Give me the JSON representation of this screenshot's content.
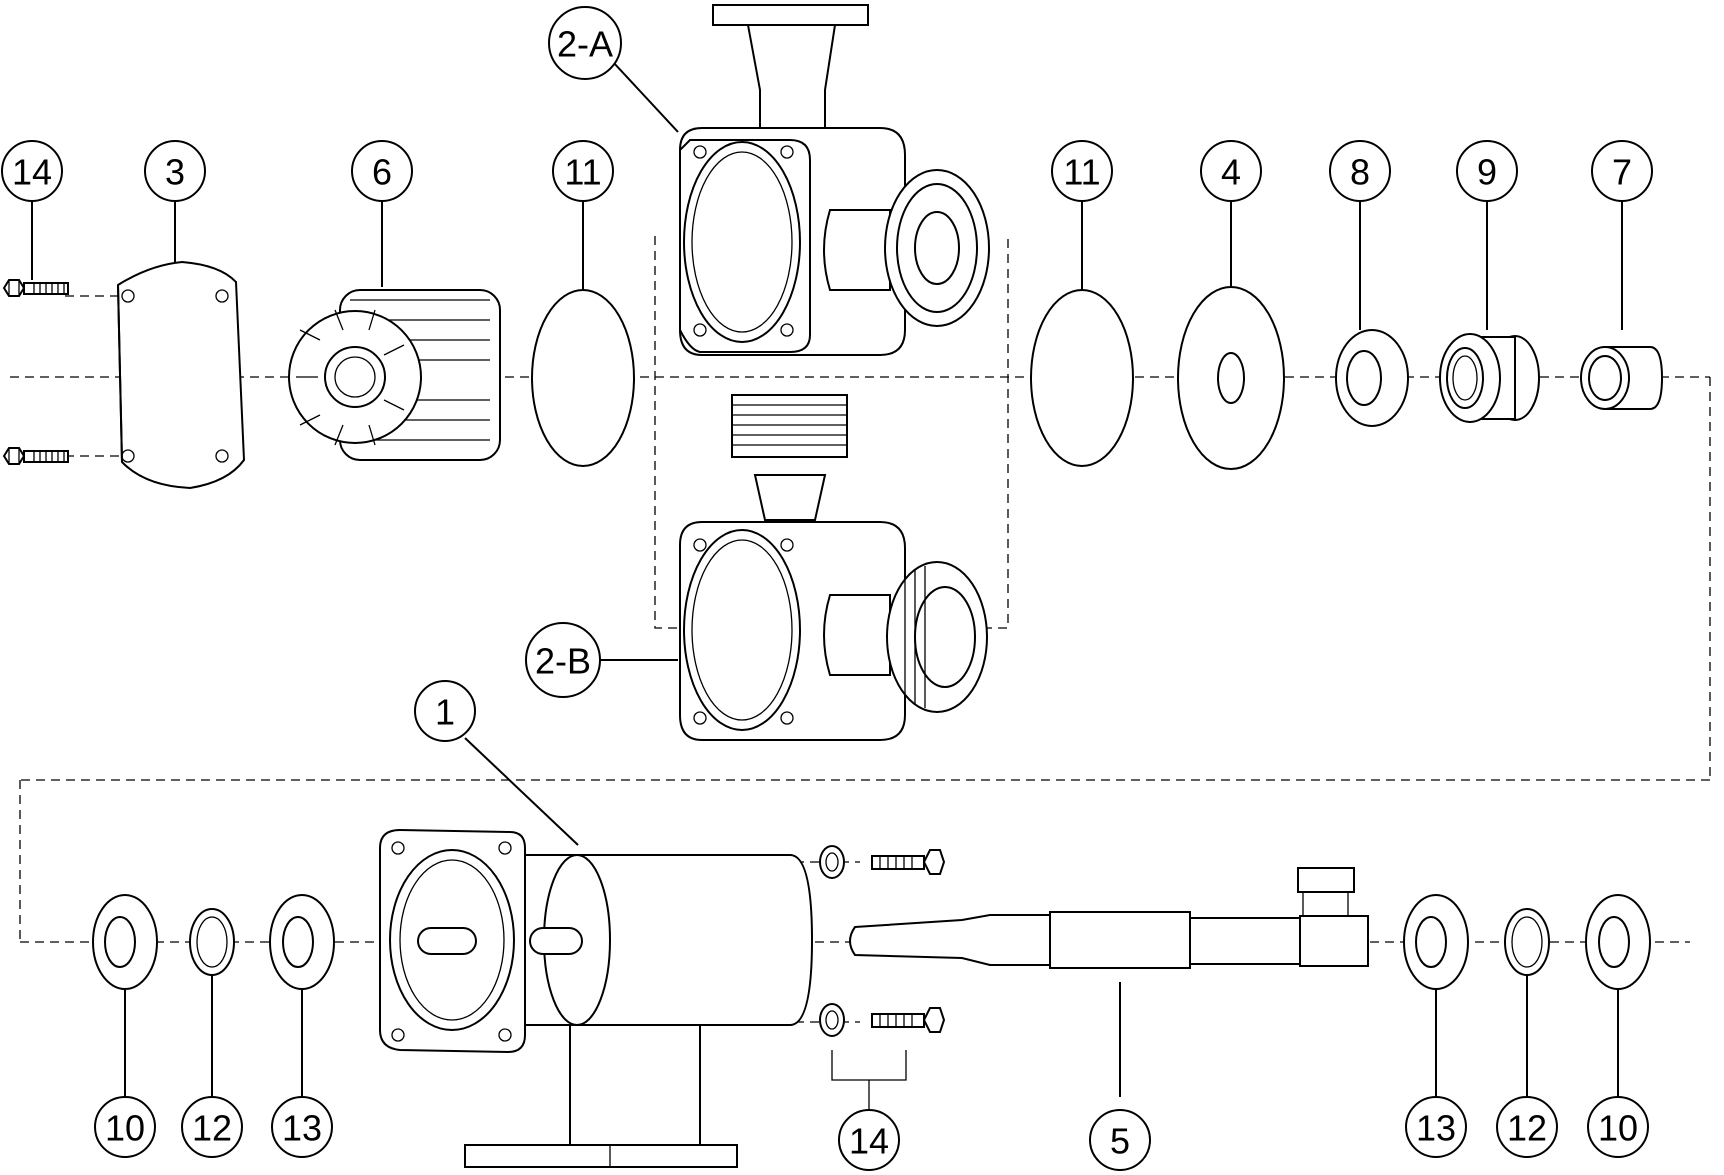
{
  "callouts": [
    {
      "id": "c14-top",
      "label": "14"
    },
    {
      "id": "c3",
      "label": "3"
    },
    {
      "id": "c6",
      "label": "6"
    },
    {
      "id": "c11-left",
      "label": "11"
    },
    {
      "id": "c2a",
      "label": "2-A"
    },
    {
      "id": "c11-right",
      "label": "11"
    },
    {
      "id": "c4",
      "label": "4"
    },
    {
      "id": "c8",
      "label": "8"
    },
    {
      "id": "c9",
      "label": "9"
    },
    {
      "id": "c7",
      "label": "7"
    },
    {
      "id": "c2b",
      "label": "2-B"
    },
    {
      "id": "c1",
      "label": "1"
    },
    {
      "id": "c10-left",
      "label": "10"
    },
    {
      "id": "c12-left",
      "label": "12"
    },
    {
      "id": "c13-left",
      "label": "13"
    },
    {
      "id": "c14-bottom",
      "label": "14"
    },
    {
      "id": "c5",
      "label": "5"
    },
    {
      "id": "c13-right",
      "label": "13"
    },
    {
      "id": "c12-right",
      "label": "12"
    },
    {
      "id": "c10-right",
      "label": "10"
    }
  ]
}
